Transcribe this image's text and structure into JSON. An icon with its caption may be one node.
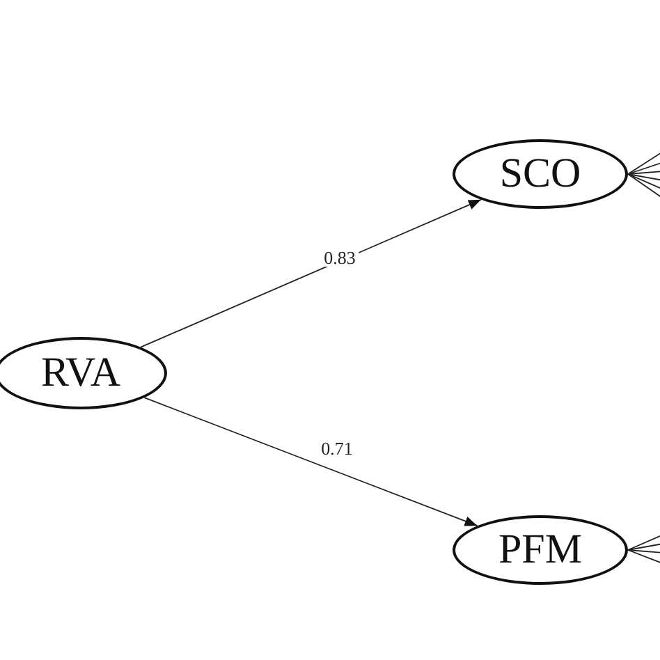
{
  "diagram": {
    "nodes": [
      {
        "text": [
          "RVA"
        ]
      },
      {
        "text": [
          "SCO"
        ]
      },
      {
        "text": [
          "PFM"
        ]
      }
    ],
    "edges": [
      {
        "from": 0,
        "to": 1,
        "arrow": "to",
        "label": "0.83"
      },
      {
        "from": 0,
        "to": 2,
        "arrow": "to",
        "label": "0.71"
      },
      {
        "from": 1,
        "to": null,
        "arrow": "none"
      },
      {
        "from": 1,
        "to": null,
        "arrow": "none"
      },
      {
        "from": 1,
        "to": null,
        "arrow": "none"
      },
      {
        "from": 1,
        "to": null,
        "arrow": "none"
      },
      {
        "from": 1,
        "to": null,
        "arrow": "none"
      },
      {
        "from": 1,
        "to": null,
        "arrow": "none"
      },
      {
        "from": 2,
        "to": null,
        "arrow": "none"
      },
      {
        "from": 2,
        "to": null,
        "arrow": "none"
      },
      {
        "from": 2,
        "to": null,
        "arrow": "none"
      },
      {
        "from": 2,
        "to": null,
        "arrow": "none"
      }
    ]
  }
}
